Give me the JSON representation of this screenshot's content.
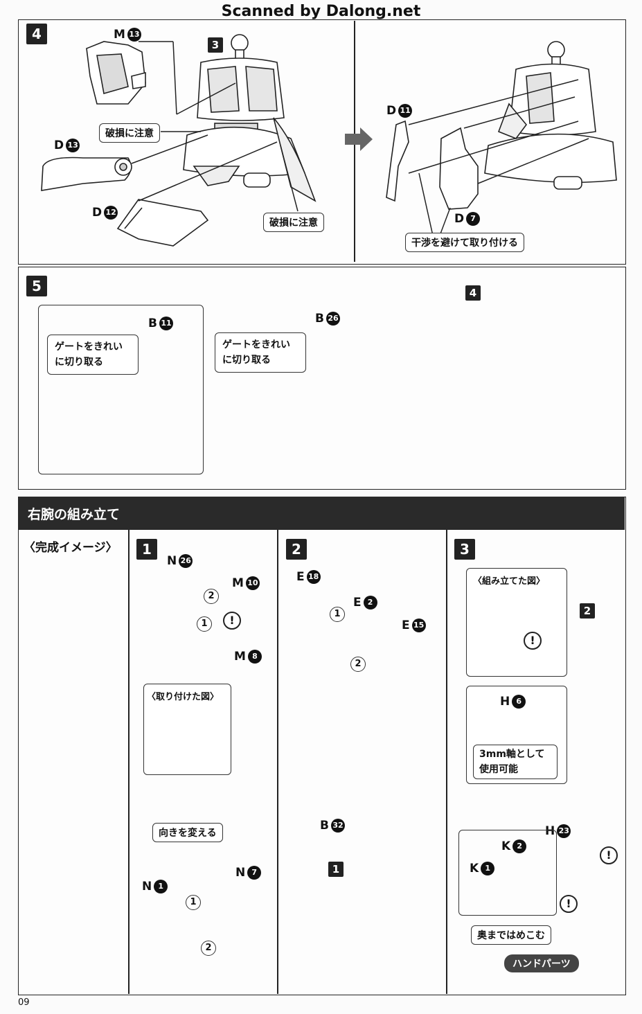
{
  "watermark": "Scanned by Dalong.net",
  "page_number": "09",
  "step4": {
    "number": "4",
    "sub_number": "3",
    "parts": {
      "m13": {
        "letter": "M",
        "num": "13"
      },
      "d13": {
        "letter": "D",
        "num": "13"
      },
      "d12": {
        "letter": "D",
        "num": "12"
      },
      "d11": {
        "letter": "D",
        "num": "11"
      },
      "d7": {
        "letter": "D",
        "num": "7"
      }
    },
    "callout_damage_1": "破損に注意",
    "callout_damage_2": "破損に注意",
    "callout_interference": "干渉を避けて取り付ける"
  },
  "step5": {
    "number": "5",
    "sub_number": "4",
    "parts": {
      "b11": {
        "letter": "B",
        "num": "11"
      },
      "b26": {
        "letter": "B",
        "num": "26"
      }
    },
    "gate_note_1": "ゲートをきれい\nに切り取る",
    "gate_note_2": "ゲートをきれい\nに切り取る"
  },
  "section": {
    "title": "右腕の組み立て",
    "completed_image_label": "〈完成イメージ〉"
  },
  "arm_step1": {
    "number": "1",
    "parts": {
      "n26": {
        "letter": "N",
        "num": "26"
      },
      "m10": {
        "letter": "M",
        "num": "10"
      },
      "m8": {
        "letter": "M",
        "num": "8"
      },
      "n1": {
        "letter": "N",
        "num": "1"
      },
      "n7": {
        "letter": "N",
        "num": "7"
      }
    },
    "attached_view_label": "〈取り付けた図〉",
    "change_direction": "向きを変える"
  },
  "arm_step2": {
    "number": "2",
    "sub_number": "1",
    "parts": {
      "e18": {
        "letter": "E",
        "num": "18"
      },
      "e2": {
        "letter": "E",
        "num": "2"
      },
      "e15": {
        "letter": "E",
        "num": "15"
      },
      "b32": {
        "letter": "B",
        "num": "32"
      }
    }
  },
  "arm_step3": {
    "number": "3",
    "sub_number": "2",
    "assembled_view_label": "〈組み立てた図〉",
    "parts": {
      "h6": {
        "letter": "H",
        "num": "6"
      },
      "h23": {
        "letter": "H",
        "num": "23"
      },
      "k2": {
        "letter": "K",
        "num": "2"
      },
      "k1": {
        "letter": "K",
        "num": "1"
      }
    },
    "shaft_note": "3mm軸として\n使用可能",
    "press_note": "奥まではめこむ",
    "hand_parts": "ハンドパーツ"
  },
  "order_marks": {
    "one": "1",
    "two": "2"
  },
  "warning_mark": "!"
}
